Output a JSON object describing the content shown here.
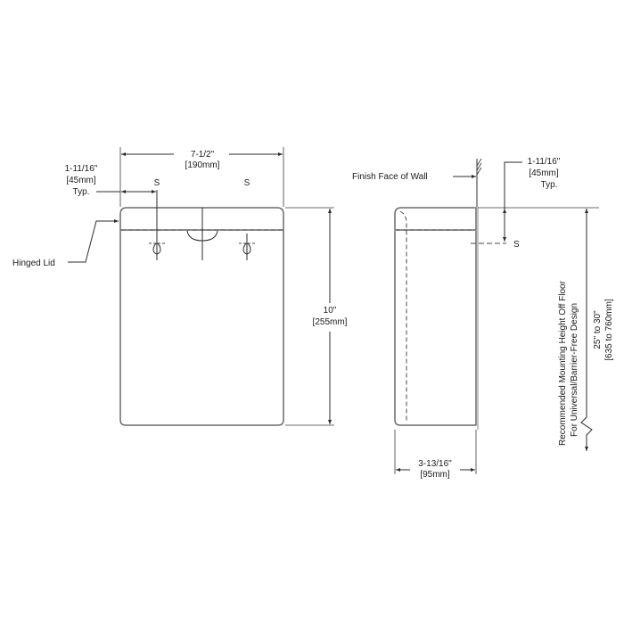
{
  "front_view": {
    "width_dim": {
      "imperial": "7-1/2\"",
      "metric": "[190mm]"
    },
    "screw_offset_dim": {
      "imperial": "1-11/16\"",
      "metric": "[45mm]",
      "note": "Typ."
    },
    "screw_labels": [
      "S",
      "S"
    ],
    "height_dim": {
      "imperial": "10\"",
      "metric": "[255mm]"
    },
    "callout_lid": "Hinged Lid"
  },
  "side_view": {
    "wall_label": "Finish Face of Wall",
    "screw_offset_dim": {
      "imperial": "1-11/16\"",
      "metric": "[45mm]",
      "note": "Typ."
    },
    "screw_label": "S",
    "depth_dim": {
      "imperial": "3-13/16\"",
      "metric": "[95mm]"
    },
    "mounting": {
      "line1": "Recommended Mounting Height Off Floor",
      "line2": "For Universal/Barrier-Free Design",
      "range_imperial": "25\" to 30\"",
      "range_metric": "[635 to 760mm]"
    }
  },
  "colors": {
    "outline": "#6b6b6b",
    "dimension_line": "#2b2b2b",
    "text": "#1a1a1a",
    "background": "#ffffff"
  }
}
